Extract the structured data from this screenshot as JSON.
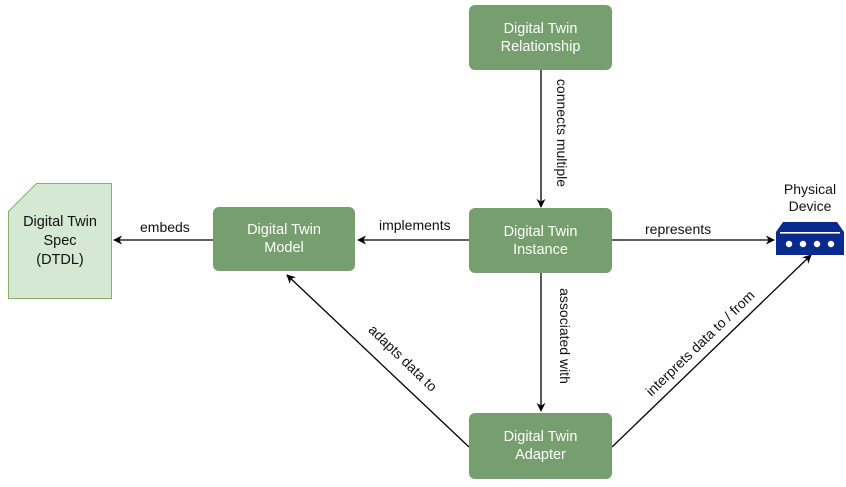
{
  "nodes": {
    "relationship": {
      "line1": "Digital Twin",
      "line2": "Relationship"
    },
    "instance": {
      "line1": "Digital Twin",
      "line2": "Instance"
    },
    "model": {
      "line1": "Digital Twin",
      "line2": "Model"
    },
    "adapter": {
      "line1": "Digital Twin",
      "line2": "Adapter"
    },
    "spec": {
      "line1": "Digital Twin",
      "line2": "Spec",
      "line3": "(DTDL)"
    },
    "device": {
      "line1": "Physical",
      "line2": "Device"
    }
  },
  "edges": {
    "connects_multiple": "connects multiple",
    "implements": "implements",
    "embeds": "embeds",
    "represents": "represents",
    "associated_with": "associated with",
    "adapts_data_to": "adapts data to",
    "interprets_data": "interprets data to / from"
  },
  "colors": {
    "node_fill": "#769e6e",
    "spec_fill": "#d5e8d4",
    "spec_stroke": "#82b366",
    "device_fill": "#0a2a8f",
    "edge": "#000000"
  },
  "icons": {
    "device": "network-device-icon",
    "spec": "document-icon"
  }
}
